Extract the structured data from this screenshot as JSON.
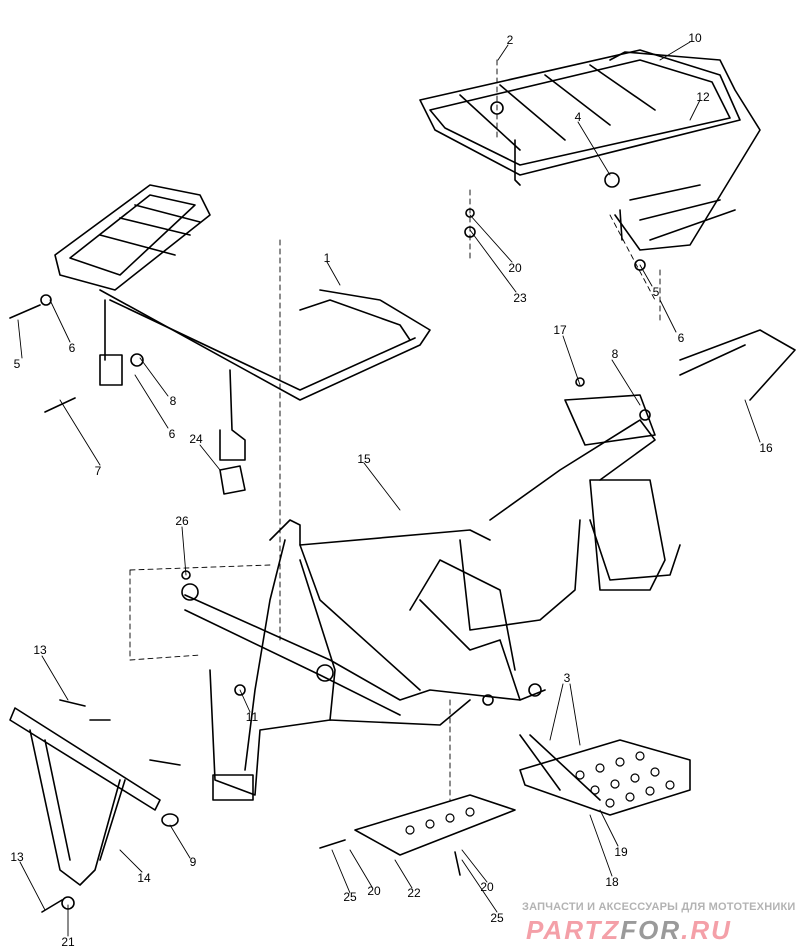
{
  "diagram": {
    "title": "Front and rear racks, main frame, front bumper and footrests exploded view",
    "callouts": [
      "2",
      "10",
      "12",
      "4",
      "20",
      "23",
      "5",
      "6",
      "1",
      "5",
      "6",
      "8",
      "6",
      "7",
      "24",
      "17",
      "8",
      "16",
      "15",
      "26",
      "13",
      "11",
      "3",
      "19",
      "18",
      "9",
      "14",
      "13",
      "21",
      "25",
      "20",
      "22",
      "20",
      "25"
    ]
  },
  "watermark": {
    "tagline": "ЗАПЧАСТИ И АКСЕССУАРЫ ДЛЯ МОТОТЕХНИКИ",
    "logo_part1": "PARTZ",
    "logo_part2": "FOR",
    "logo_part3": ".RU",
    "colors": {
      "pink": "#f4a0a8",
      "gray": "#9a9a9a"
    }
  }
}
